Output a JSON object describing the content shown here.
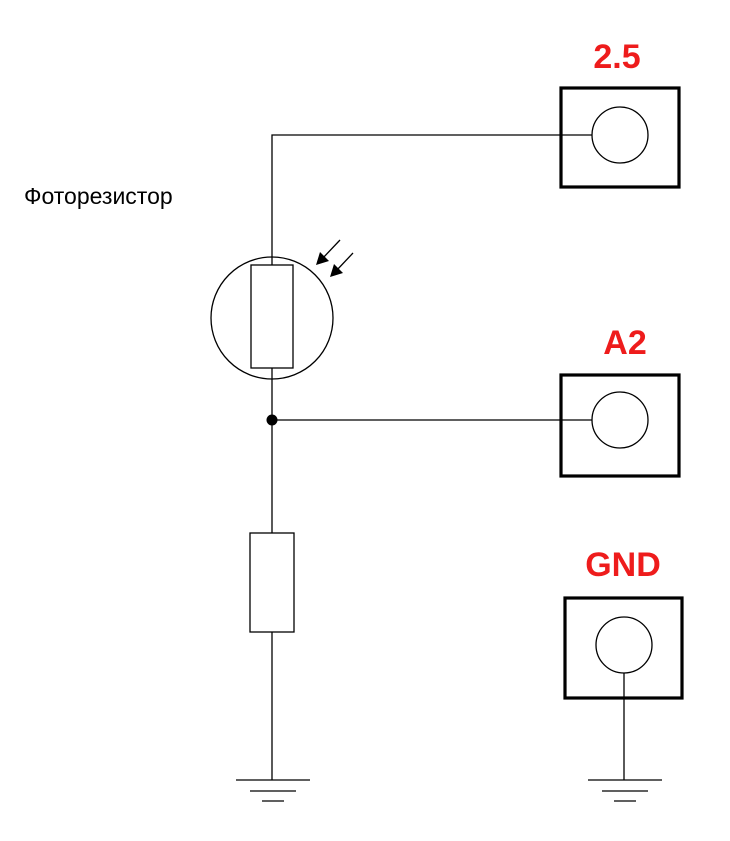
{
  "labels": {
    "photoresistor": "Фоторезистор",
    "terminal_top": "2.5",
    "terminal_mid": "A2",
    "terminal_bottom": "GND"
  },
  "colors": {
    "terminal_label": "#ee1c1c",
    "lines": "#000000",
    "background": "#ffffff"
  }
}
